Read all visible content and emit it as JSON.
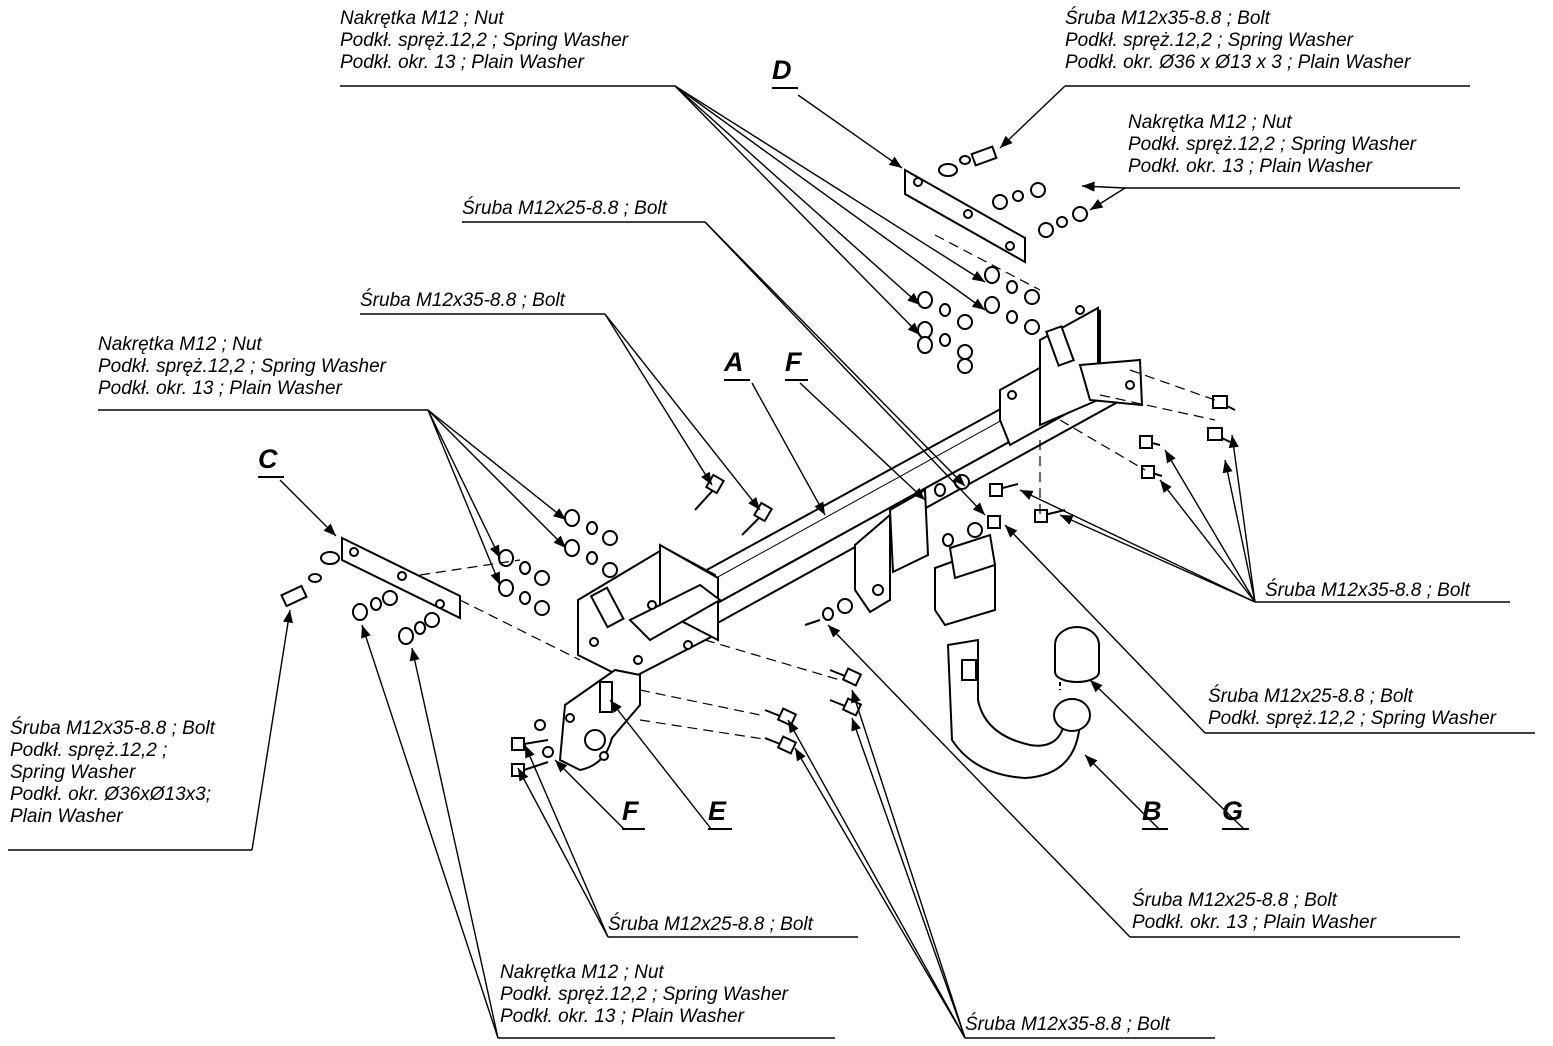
{
  "parts": {
    "A": "A",
    "B": "B",
    "C": "C",
    "D": "D",
    "E": "E",
    "F": "F",
    "G": "G"
  },
  "callouts": {
    "top_left_nut": [
      "Nakrętka  M12 ; Nut",
      "Podkł. spręż.12,2 ; Spring Washer",
      "Podkł. okr. 13 ; Plain Washer"
    ],
    "top_right_bolt": [
      "Śruba M12x35-8.8 ;  Bolt",
      "Podkł. spręż.12,2 ; Spring Washer",
      "Podkł. okr.  Ø36 x Ø13 x 3 ; Plain Washer"
    ],
    "right_nut": [
      "Nakrętka  M12 ; Nut",
      "Podkł. spręż.12,2 ; Spring Washer",
      "Podkł. okr. 13 ; Plain Washer"
    ],
    "bolt_25_top": "Śruba M12x25-8.8 ;  Bolt",
    "bolt_35_mid": "Śruba M12x35-8.8 ;  Bolt",
    "left_nut": [
      "Nakrętka  M12 ; Nut",
      "Podkł. spręż.12,2 ; Spring Washer",
      "Podkł. okr. 13 ; Plain Washer"
    ],
    "right_bolt_35": "Śruba M12x35-8.8 ;  Bolt",
    "right_bolt_25_washer": [
      "Śruba M12x25-8.8 ;  Bolt",
      "Podkł. spręż.12,2 ; Spring Washer"
    ],
    "left_bolt_35": [
      "Śruba M12x35-8.8 ;  Bolt",
      "Podkł. spręż.12,2 ;",
      "Spring Washer",
      "Podkł. okr.  Ø36xØ13x3;",
      "Plain Washer"
    ],
    "bottom_bolt_25_plain": [
      "Śruba M12x25-8.8 ;  Bolt",
      "Podkł. okr. 13 ; Plain Washer"
    ],
    "bottom_bolt_25": "Śruba M12x25-8.8 ;  Bolt",
    "bottom_nut": [
      "Nakrętka  M12 ; Nut",
      "Podkł. spręż.12,2 ; Spring Washer",
      "Podkł. okr. 13 ; Plain Washer"
    ],
    "bottom_bolt_35": "Śruba M12x35-8.8 ;  Bolt"
  }
}
